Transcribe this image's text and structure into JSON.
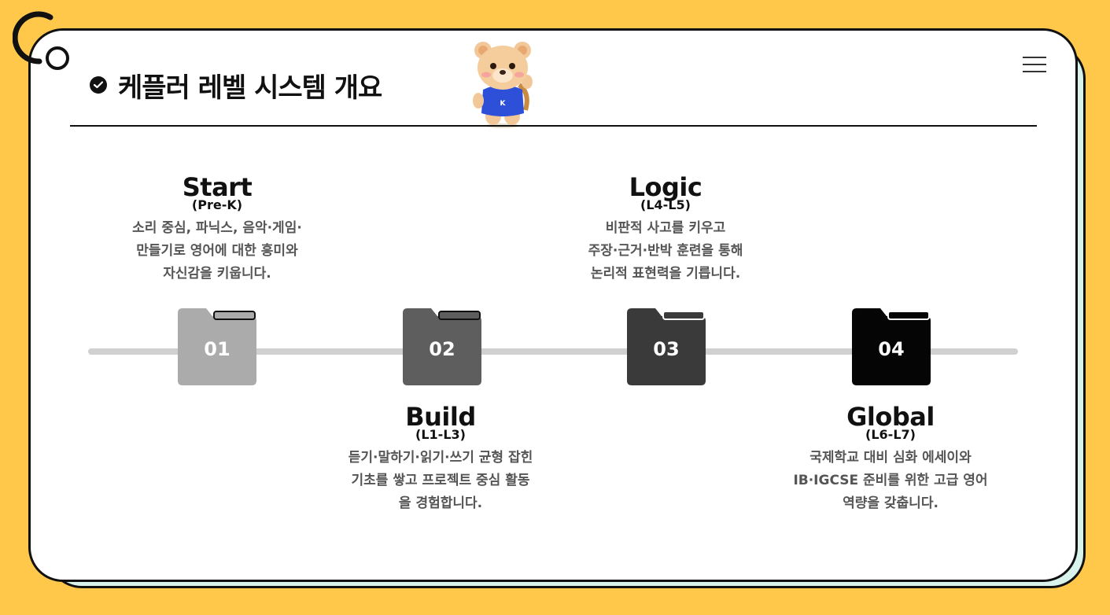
{
  "header": {
    "title": "케플러 레벨 시스템 개요"
  },
  "stages": [
    {
      "num": "01",
      "name": "Start",
      "code": "(Pre-K)",
      "lines": [
        "소리 중심, 파닉스, 음악·게임·",
        "만들기로 영어에 대한 흥미와",
        "자신감을 키웁니다."
      ],
      "color": "#ABABAB"
    },
    {
      "num": "02",
      "name": "Build",
      "code": "(L1-L3)",
      "lines": [
        "듣기·말하기·읽기·쓰기 균형 잡힌",
        "기초를 쌓고 프로젝트 중심 활동",
        "을 경험합니다."
      ],
      "color": "#5E5E5E"
    },
    {
      "num": "03",
      "name": "Logic",
      "code": "(L4-L5)",
      "lines": [
        "비판적 사고를 키우고",
        "주장·근거·반박 훈련을 통해",
        "논리적 표현력을 기릅니다."
      ],
      "color": "#3A3A3A"
    },
    {
      "num": "04",
      "name": "Global",
      "code": "(L6-L7)",
      "lines": [
        "국제학교 대비 심화 에세이와",
        "IB·IGCSE 준비를 위한 고급 영어",
        "역량을 갖춥니다."
      ],
      "color": "#050505"
    }
  ],
  "bear": {
    "shirt_letter": "K"
  },
  "icons": [
    "check-circle-icon",
    "menu-icon",
    "folder-icon",
    "bear-mascot-icon"
  ]
}
